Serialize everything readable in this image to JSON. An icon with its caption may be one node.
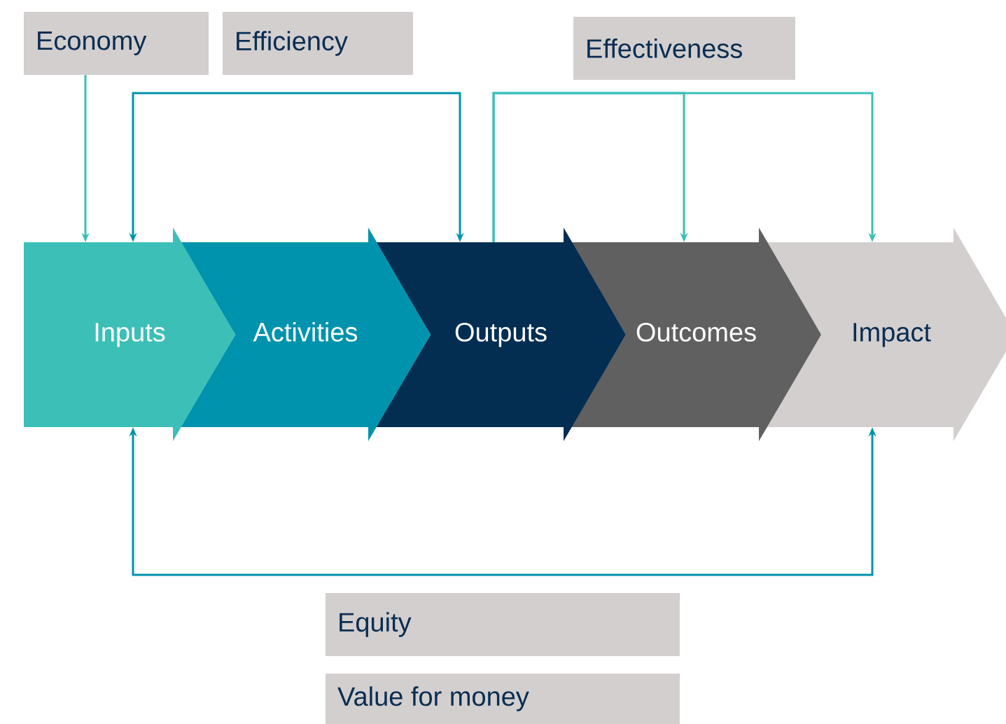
{
  "diagram": {
    "nodes": [
      {
        "text": [
          "Economy"
        ]
      },
      {
        "text": [
          "Efficiency"
        ]
      },
      {
        "text": [
          "Effectiveness"
        ]
      },
      {
        "text": [
          "Inputs"
        ]
      },
      {
        "text": [
          "Activities"
        ]
      },
      {
        "text": [
          "Outputs"
        ]
      },
      {
        "text": [
          "Outcomes"
        ]
      },
      {
        "text": [
          "Impact"
        ]
      },
      {
        "text": [
          "Equity"
        ]
      },
      {
        "text": [
          "Value for money"
        ]
      }
    ],
    "edges": [
      {
        "from": 0,
        "to": 3,
        "arrow": "to",
        "color": "#3bbfb6"
      },
      {
        "from": 3,
        "to": 5,
        "arrow": "both",
        "color": "#0093ad"
      },
      {
        "from": 5,
        "to": 6,
        "arrow": "to",
        "color": "#3bbfb6"
      },
      {
        "from": 5,
        "to": 7,
        "arrow": "to",
        "color": "#3bbfb6"
      },
      {
        "from": 3,
        "to": 7,
        "arrow": "both",
        "color": "#0093ad"
      }
    ]
  }
}
